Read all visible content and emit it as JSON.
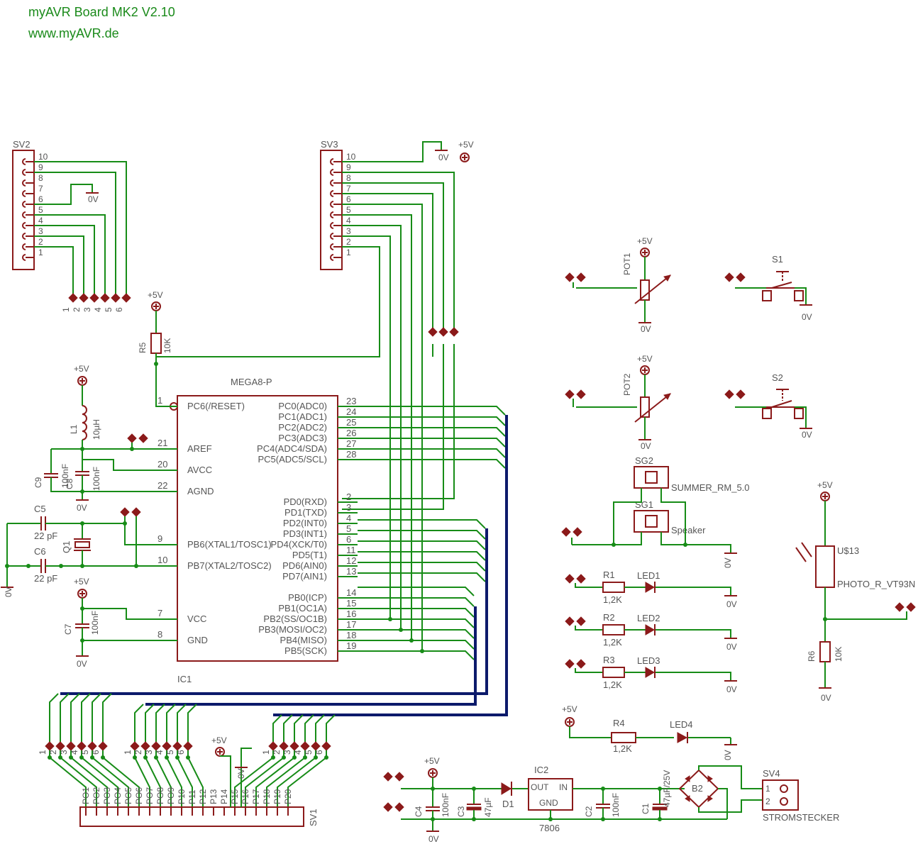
{
  "header": {
    "title": "myAVR Board MK2 V2.10",
    "url": "www.myAVR.de"
  },
  "colors": {
    "wire": "#178c17",
    "symbol": "#8b1a1a",
    "bus": "#0c1a6b",
    "header": "#1a8a1a"
  },
  "ic1": {
    "name": "IC1",
    "value": "MEGA8-P",
    "left_pins": [
      {
        "num": "1",
        "name": "PC6(/RESET)"
      },
      {
        "num": "21",
        "name": "AREF"
      },
      {
        "num": "20",
        "name": "AVCC"
      },
      {
        "num": "22",
        "name": "AGND"
      },
      {
        "num": "9",
        "name": "PB6(XTAL1/TOSC1)"
      },
      {
        "num": "10",
        "name": "PB7(XTAL2/TOSC2)"
      },
      {
        "num": "7",
        "name": "VCC"
      },
      {
        "num": "8",
        "name": "GND"
      }
    ],
    "right_pins": [
      {
        "num": "23",
        "name": "PC0(ADC0)"
      },
      {
        "num": "24",
        "name": "PC1(ADC1)"
      },
      {
        "num": "25",
        "name": "PC2(ADC2)"
      },
      {
        "num": "26",
        "name": "PC3(ADC3)"
      },
      {
        "num": "27",
        "name": "PC4(ADC4/SDA)"
      },
      {
        "num": "28",
        "name": "PC5(ADC5/SCL)"
      },
      {
        "num": "2",
        "name": "PD0(RXD)"
      },
      {
        "num": "3",
        "name": "PD1(TXD)"
      },
      {
        "num": "4",
        "name": "PD2(INT0)"
      },
      {
        "num": "5",
        "name": "PD3(INT1)"
      },
      {
        "num": "6",
        "name": "PD4(XCK/T0)"
      },
      {
        "num": "11",
        "name": "PD5(T1)"
      },
      {
        "num": "12",
        "name": "PD6(AIN0)"
      },
      {
        "num": "13",
        "name": "PD7(AIN1)"
      },
      {
        "num": "14",
        "name": "PB0(ICP)"
      },
      {
        "num": "15",
        "name": "PB1(OC1A)"
      },
      {
        "num": "16",
        "name": "PB2(SS/OC1B)"
      },
      {
        "num": "17",
        "name": "PB3(MOSI/OC2)"
      },
      {
        "num": "18",
        "name": "PB4(MISO)"
      },
      {
        "num": "19",
        "name": "PB5(SCK)"
      }
    ]
  },
  "labels": {
    "sv2": "SV2",
    "sv3": "SV3",
    "sv1": "SV1",
    "sv4": "SV4",
    "stromstecker": "STROMSTECKER",
    "p5v": "+5V",
    "gnd": "0V",
    "r5": "R5",
    "r5v": "10K",
    "l1": "L1",
    "l1v": "10µH",
    "c9": "C9",
    "c9v": "100nF",
    "c8": "C8",
    "c8v": "100nF",
    "c5": "C5",
    "c5v": "22 pF",
    "c6": "C6",
    "c6v": "22 pF",
    "q1": "Q1",
    "c7": "C7",
    "c7v": "100nF",
    "pot1": "POT1",
    "pot2": "POT2",
    "s1": "S1",
    "s2": "S2",
    "sg2": "SG2",
    "sg2v": "SUMMER_RM_5.0",
    "sg1": "SG1",
    "sg1v": "Speaker",
    "r1": "R1",
    "r2": "R2",
    "r3": "R3",
    "r4": "R4",
    "rv": "1,2K",
    "led1": "LED1",
    "led2": "LED2",
    "led3": "LED3",
    "led4": "LED4",
    "u13": "U$13",
    "u13v": "PHOTO_R_VT93N",
    "r6": "R6",
    "r6v": "10K",
    "ic2": "IC2",
    "ic2v": "7806",
    "ic2out": "OUT",
    "ic2in": "IN",
    "ic2gnd": "GND",
    "d1": "D1",
    "c4": "C4",
    "c4v": "100nF",
    "c3": "C3",
    "c3v": "47µF",
    "c2": "C2",
    "c2v": "100nF",
    "c1": "C1",
    "c1v": "47µF/25V",
    "b2": "B2"
  },
  "sv1_pins": [
    "PO1",
    "PO2",
    "PO3",
    "PO4",
    "PO5",
    "PO6",
    "PO7",
    "PO8",
    "PO9",
    "P10",
    "P11",
    "P12",
    "P13",
    "P14",
    "P15",
    "P16",
    "P17",
    "P18",
    "P19",
    "P20"
  ]
}
